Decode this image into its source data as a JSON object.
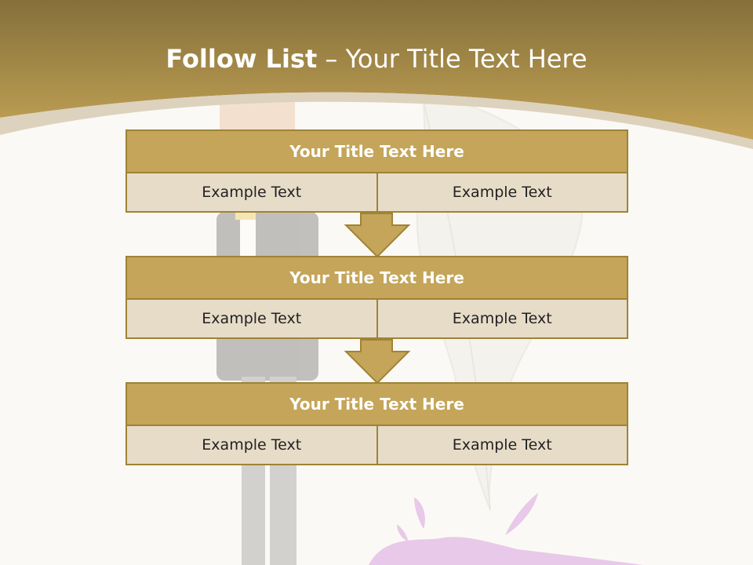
{
  "slide": {
    "title_bold": "Follow List",
    "title_rest": " – Your Title Text Here"
  },
  "flow": [
    {
      "title": "Your Title Text Here",
      "left": "Example Text",
      "right": "Example Text"
    },
    {
      "title": "Your Title Text Here",
      "left": "Example Text",
      "right": "Example Text"
    },
    {
      "title": "Your Title Text Here",
      "left": "Example Text",
      "right": "Example Text"
    }
  ],
  "colors": {
    "header_gold": "#c4a559",
    "cell_beige": "#e7dcc8",
    "border_gold": "#9f8336"
  },
  "icons": [
    "down-arrow-icon",
    "down-arrow-icon"
  ]
}
